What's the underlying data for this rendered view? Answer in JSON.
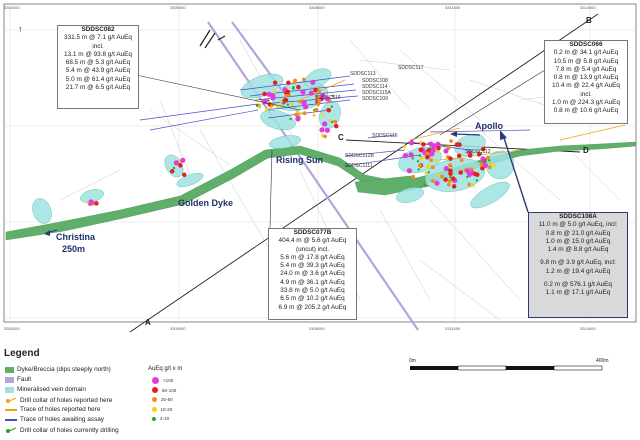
{
  "north_arrow": "↑",
  "easting_ticks": [
    "3302000",
    "3305000",
    "3308000",
    "3311000",
    "3314000"
  ],
  "northing_ticks": [
    "",
    "",
    "",
    ""
  ],
  "section_lines": [
    {
      "letter": "A"
    },
    {
      "letter": "B"
    },
    {
      "letter": "C"
    },
    {
      "letter": "D"
    }
  ],
  "areas": {
    "christina": "Christina",
    "christina_depth": "250m",
    "golden_dyke": "Golden Dyke",
    "rising_sun": "Rising Sun",
    "apollo": "Apollo"
  },
  "hole_labels": [
    "SDDSC113",
    "SDDSC117",
    "SDDSC108",
    "SDDSC114",
    "SDDSC115A",
    "SDDSC110",
    "SDDSC109",
    "SDDSC116",
    "SDDSC112",
    "SDDSC112B",
    "SDDSC1111"
  ],
  "callouts": {
    "sddsc082": {
      "title": "SDDSC082",
      "lines": [
        "331.5 m @ 7.1 g/t AuEq",
        "incl.",
        "13.1 m @ 93.8 g/t AuEq",
        "68.5 m @ 5.3 g/t AuEq",
        "5.4 m @ 43.9 g/t AuEq",
        "5.0 m @ 61.4 g/t AuEq",
        "21.7 m @ 6.5 g/t AuEq"
      ]
    },
    "sddsc066": {
      "title": "SDDSC066",
      "lines": [
        "0.2 m @ 34.1 g/t AuEq",
        "10.5 m @ 5.8 g/t AuEq",
        "7.8 m @ 5.4 g/t AuEq",
        "0.8 m @ 13.9 g/t AuEq",
        "10.4 m @ 22.4 g/t AuEq",
        "incl.",
        "1.0 m @ 224.3 g/t AuEq",
        "0.8 m @ 10.6 g/t AuEq"
      ]
    },
    "sddsc077b": {
      "title": "SDDSC077B",
      "lines": [
        "404.4 m @ 5.6 g/t AuEq",
        "(uncut) incl.",
        "5.6 m @ 17.8 g/t AuEq",
        "5.4 m @ 39.3 g/t AuEq",
        "24.0 m @ 3.6 g/t AuEq",
        "4.9 m @ 36.1 g/t AuEq",
        "33.8 m @ 5.0 g/t AuEq",
        "6.5 m @ 10.2 g/t AuEq",
        "6.9 m @ 205.2 g/t AuEq"
      ]
    },
    "sddsc108a": {
      "title": "SDDSC108A",
      "lines": [
        "11.0 m @ 5.0 g/t AuEq, incl:",
        "0.8 m @ 21.0 g/t AuEq",
        "1.0 m @ 15.0 g/t AuEq",
        "1.4 m @ 8.8 g/t AuEq",
        "",
        "9.8 m @ 3.9 g/t AuEq, incl:",
        "1.2 m @ 19.4 g/t AuEq",
        "",
        "0.2 m @ 576.1 g/t AuEq",
        "1.1 m @ 17.1 g/t AuEq"
      ]
    }
  },
  "legend": {
    "title": "Legend",
    "items": [
      {
        "label": "Dyke/Breccia (dips steeply north)",
        "kind": "fill",
        "color": "#5fae6a"
      },
      {
        "label": "Fault",
        "kind": "fill",
        "color": "#b4a4d8"
      },
      {
        "label": "Mineralised vein domain",
        "kind": "fill",
        "color": "#9fe3e0"
      },
      {
        "label": "Drill collar of holes reported here",
        "kind": "collar",
        "color": "#f0a21b"
      },
      {
        "label": "Trace of holes reported here",
        "kind": "line",
        "color": "#f0a21b"
      },
      {
        "label": "Trace of holes awaiting assay",
        "kind": "line",
        "color": "#4b4bd0"
      },
      {
        "label": "Drill collar of holes currently drilling",
        "kind": "collar",
        "color": "#2ca02c"
      }
    ],
    "au_title": "AuEq g/t x m",
    "au_classes": [
      {
        "label": ">100",
        "color": "#e23bd8"
      },
      {
        "label": "50-100",
        "color": "#e0201b"
      },
      {
        "label": "20-50",
        "color": "#f08a1a"
      },
      {
        "label": "10-20",
        "color": "#f2d21b"
      },
      {
        "label": "2-10",
        "color": "#2ca02c"
      }
    ],
    "scale": {
      "start": "0m",
      "end": "400m"
    }
  },
  "colors": {
    "dyke": "#5fae6a",
    "vein": "#9fe3e0",
    "fault": "#b4a4d8",
    "hole_trace": "#4b4bd0",
    "reported_trace": "#f0a21b",
    "navy": "#1f2f6b"
  }
}
